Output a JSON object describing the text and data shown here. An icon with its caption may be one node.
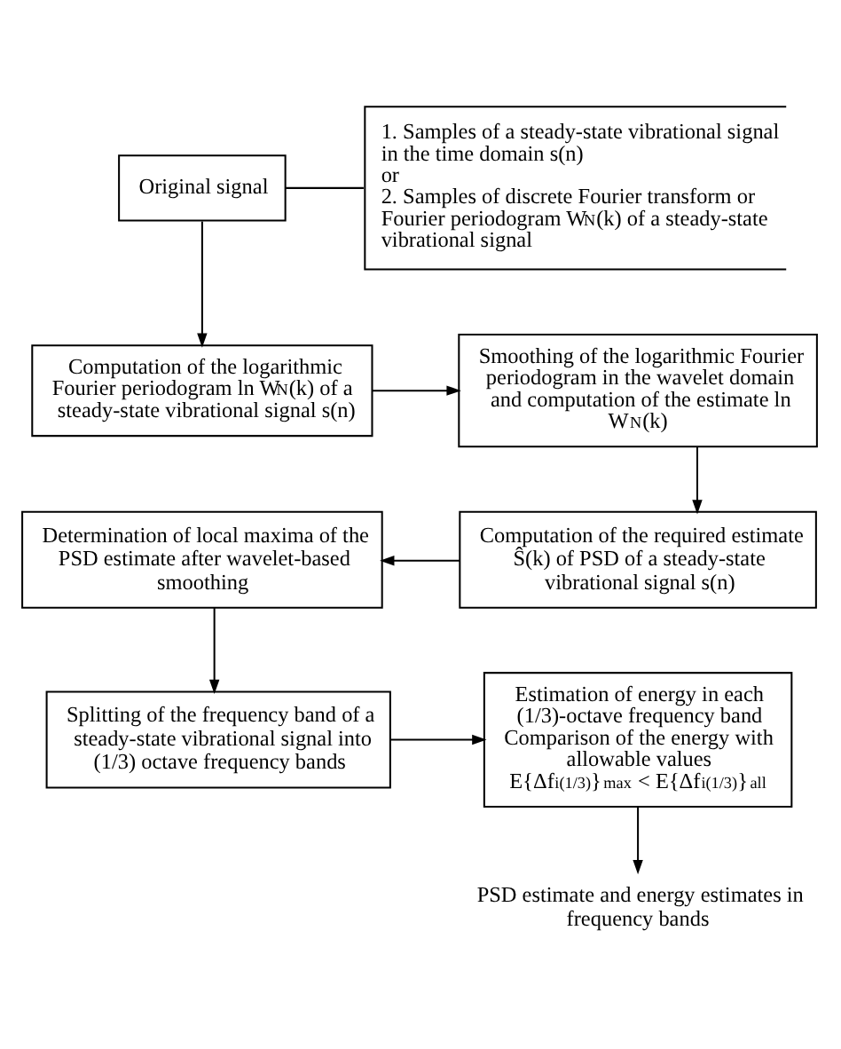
{
  "diagram": {
    "nodes": [
      {
        "text": [
          "Original signal"
        ]
      },
      {
        "text": [
          "1. Samples of a steady-state vibrational signal in the time domain s(n)",
          "or",
          "2. Samples of discrete Fourier transform or Fourier periodogram W$_{N}$(k) of a steady-state vibrational signal"
        ]
      },
      {
        "text": [
          "Computation of the logarithmic Fourier periodogram ln W$_{N}$(k) of a steady-state vibrational signal s(n)"
        ]
      },
      {
        "text": [
          "Smoothing of the logarithmic Fourier periodogram in the wavelet domain and computation of the estimate ln W$_{N}$(k)"
        ]
      },
      {
        "text": [
          "Computation of the required estimate Ŝ(k) of PSD of a steady-state vibrational signal s(n)"
        ]
      },
      {
        "text": [
          "Determination of local maxima of the PSD estimate after wavelet-based smoothing"
        ]
      },
      {
        "text": [
          "Splitting of the frequency band of a steady-state vibrational signal into (1/3) octave frequency bands"
        ]
      },
      {
        "text": [
          "Estimation of energy in each (1/3)-octave frequency band",
          "Comparison of the energy with allowable values",
          "E{Δf$_{i(1/3)}$}$_{max}$ < E{Δf$_{i(1/3)}$}$_{all}$"
        ]
      },
      {
        "text": [
          "PSD estimate and energy estimates in frequency bands"
        ]
      }
    ],
    "edges": [
      {
        "from": 0,
        "to": 1,
        "arrow": "none"
      },
      {
        "from": 0,
        "to": 2,
        "arrow": "to"
      },
      {
        "from": 2,
        "to": 3,
        "arrow": "to"
      },
      {
        "from": 3,
        "to": 4,
        "arrow": "to"
      },
      {
        "from": 4,
        "to": 5,
        "arrow": "to"
      },
      {
        "from": 5,
        "to": 6,
        "arrow": "to"
      },
      {
        "from": 6,
        "to": 7,
        "arrow": "to"
      },
      {
        "from": 7,
        "to": 8,
        "arrow": "to"
      }
    ]
  }
}
